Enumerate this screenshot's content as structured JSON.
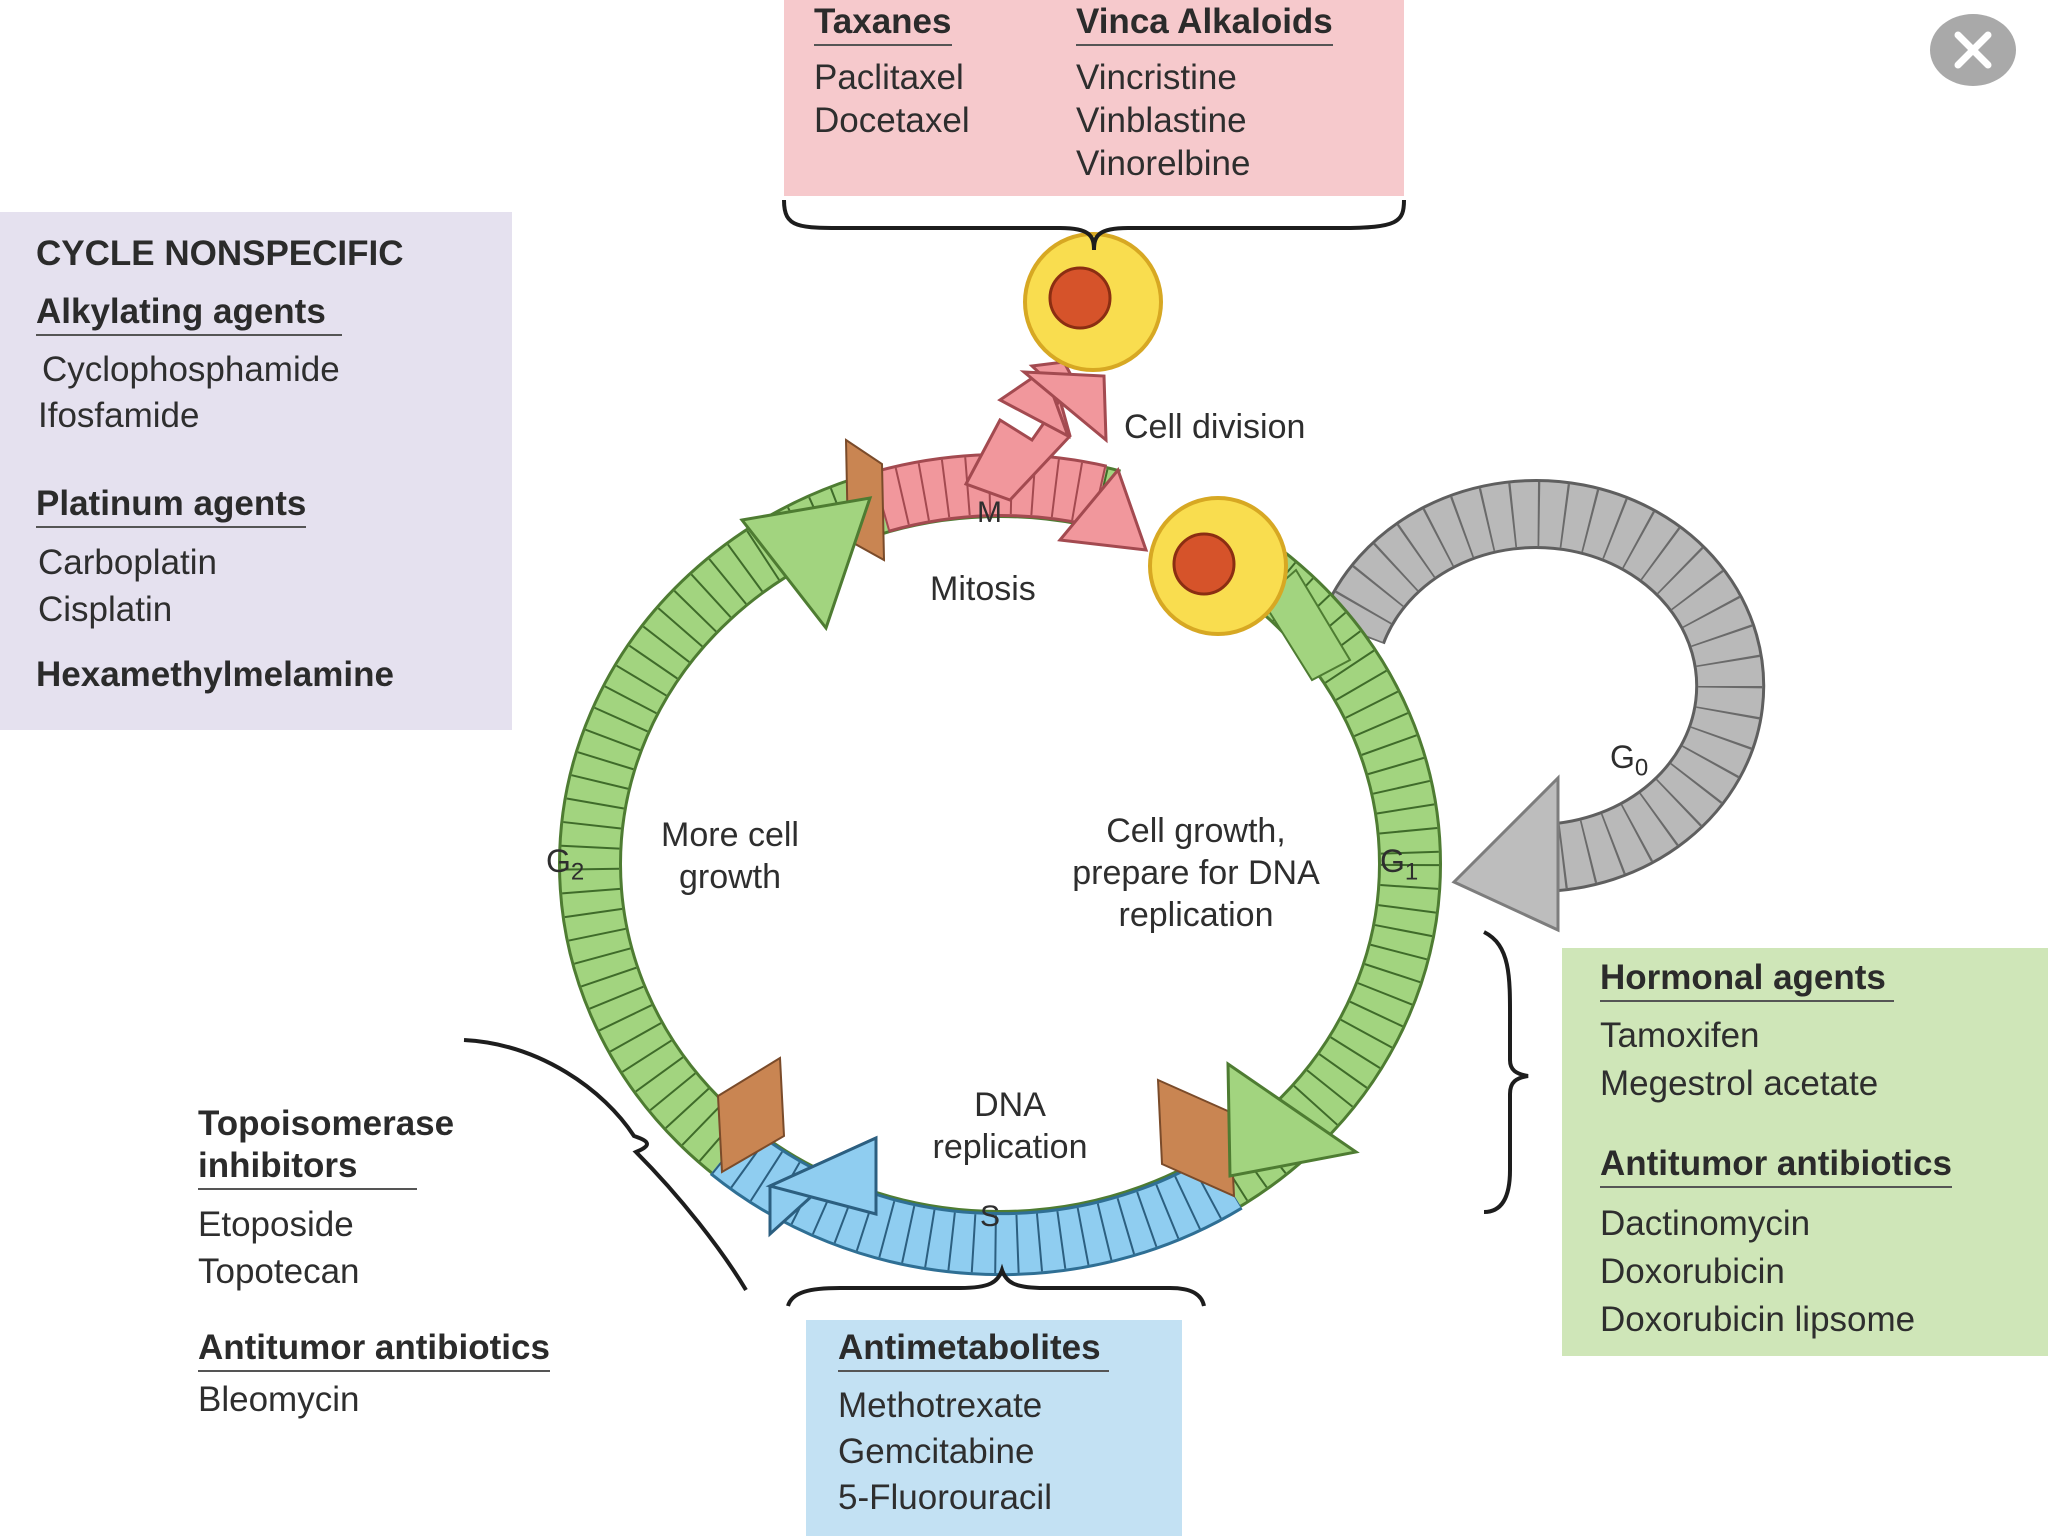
{
  "top_box": {
    "col1_heading": "Taxanes",
    "col1_items": [
      "Paclitaxel",
      "Docetaxel"
    ],
    "col2_heading": "Vinca Alkaloids",
    "col2_items": [
      "Vincristine",
      "Vinblastine",
      "Vinorelbine"
    ]
  },
  "left_box": {
    "title": "CYCLE NONSPECIFIC",
    "group1_heading": "Alkylating agents",
    "group1_items": [
      "Cyclophosphamide",
      "Ifosfamide"
    ],
    "group2_heading": "Platinum agents",
    "group2_items": [
      "Carboplatin",
      "Cisplatin"
    ],
    "group3_heading": "Hexamethylmelamine"
  },
  "right_box": {
    "group1_heading": "Hormonal agents",
    "group1_items": [
      "Tamoxifen",
      "Megestrol acetate"
    ],
    "group2_heading": "Antitumor antibiotics",
    "group2_items": [
      "Dactinomycin",
      "Doxorubicin",
      "Doxorubicin lipsome"
    ]
  },
  "bottom_box": {
    "heading": "Antimetabolites",
    "items": [
      "Methotrexate",
      "Gemcitabine",
      "5-Fluorouracil"
    ]
  },
  "bottom_left": {
    "heading_line1": "Topoisomerase",
    "heading_line2": "inhibitors",
    "items": [
      "Etoposide",
      "Topotecan"
    ],
    "group2_heading": "Antitumor antibiotics",
    "group2_items": [
      "Bleomycin"
    ]
  },
  "cycle": {
    "cell_division": "Cell division",
    "mitosis": "Mitosis",
    "m_phase": "M",
    "s_phase": "S",
    "g1_letter": "G",
    "g1_sub": "1",
    "g2_letter": "G",
    "g2_sub": "2",
    "g0_letter": "G",
    "g0_sub": "0",
    "g2_text_line1": "More cell",
    "g2_text_line2": "growth",
    "g1_text_line1": "Cell growth,",
    "g1_text_line2": "prepare for DNA",
    "g1_text_line3": "replication",
    "s_text_line1": "DNA",
    "s_text_line2": "replication"
  },
  "colors": {
    "green_band": "#9fd47f",
    "pink_band": "#f0959a",
    "blue_band": "#8ccbf0",
    "gray_band": "#b8b8b8",
    "brown_block": "#c98552",
    "cell_fill": "#f9dd4f",
    "nucleus_fill": "#d6532a"
  }
}
